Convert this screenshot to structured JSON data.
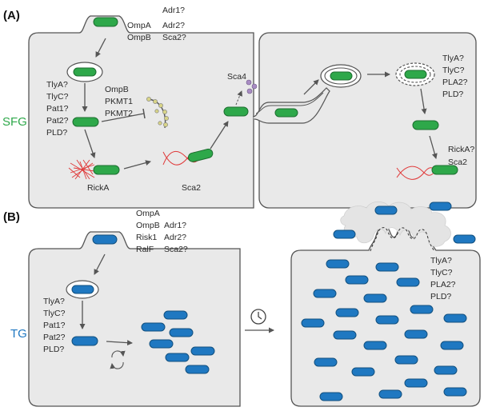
{
  "colors": {
    "sfg": "#2ea84a",
    "tg": "#1f78c1",
    "cell_fill": "#e9e9e9",
    "cell_stroke": "#555555",
    "actin": "#e03a3a",
    "arrow": "#555555",
    "sca4": "#a98cc4",
    "mito_bead": "#d8d488"
  },
  "panel_a": {
    "label": "(A)",
    "group": "SFG",
    "entry_left": [
      "OmpA",
      "OmpB"
    ],
    "entry_right": [
      "Adr1?",
      "Adr2?",
      "Sca2?"
    ],
    "escape_list": [
      "TlyA?",
      "TlyC?",
      "Pat1?",
      "Pat2?",
      "PLD?"
    ],
    "methyl_list": [
      "OmpB",
      "PKMT1",
      "PKMT2"
    ],
    "actin_label": "RickA",
    "sca2_label": "Sca2",
    "sca4_label": "Sca4",
    "secondary_escape": [
      "TlyA?",
      "TlyC?",
      "PLA2?",
      "PLD?"
    ],
    "late_motility": [
      "RickA?",
      "Sca2"
    ]
  },
  "panel_b": {
    "label": "(B)",
    "group": "TG",
    "entry_top": "OmpA",
    "entry_left": [
      "OmpB",
      "Risk1",
      "RalF"
    ],
    "entry_right": [
      "Adr1?",
      "Adr2?",
      "Sca2?"
    ],
    "escape_list": [
      "TlyA?",
      "TlyC?",
      "Pat1?",
      "Pat2?",
      "PLD?"
    ],
    "lysis_list": [
      "TlyA?",
      "TlyC?",
      "PLA2?",
      "PLD?"
    ],
    "clock_icon": "clock-icon",
    "cycle_icon": "cycle-arrows-icon"
  }
}
